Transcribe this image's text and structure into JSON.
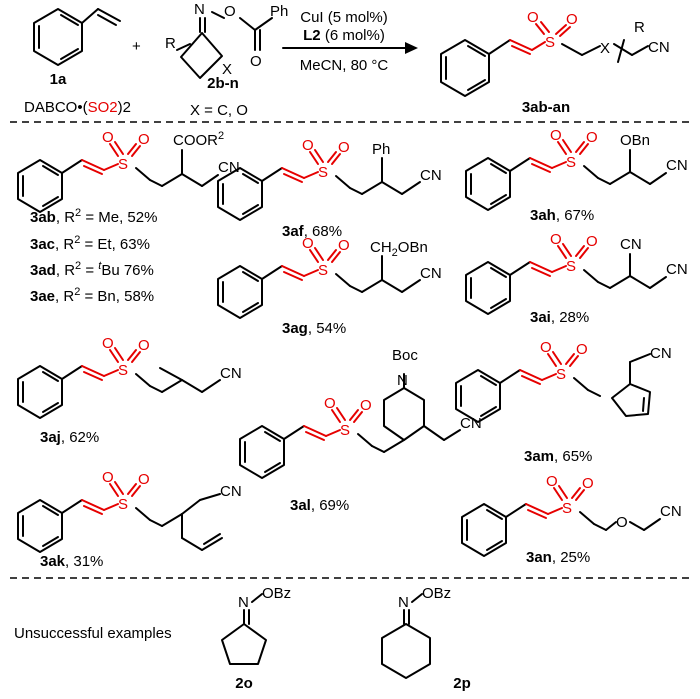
{
  "reaction": {
    "styrene_label": "1a",
    "plus": "+",
    "dabco_prefix": "DABCO•(",
    "dabco_so2": "SO2",
    "dabco_suffix": ")2",
    "oxime_label": "2b-n",
    "oxime_R": "R",
    "oxime_N": "N",
    "oxime_O": "O",
    "oxime_Ph": "Ph",
    "oxime_X": "X",
    "x_note": "X = C, O",
    "cond_catalyst": "CuI (5 mol%)",
    "cond_ligand": "L2",
    "cond_ligand_amount": "(6 mol%)",
    "cond_solvent": "MeCN, 80 °C",
    "product_label": "3ab-an",
    "product_X": "X",
    "product_R": "R",
    "product_CN": "CN"
  },
  "sulfone": {
    "S": "S",
    "O": "O"
  },
  "products": [
    {
      "id": "3ab",
      "text": ", R2 = Me, 52%"
    },
    {
      "id": "3ac",
      "text": ", R2 = Et, 63%"
    },
    {
      "id": "3ad",
      "text": ", R2 = tBu 76%"
    },
    {
      "id": "3ae",
      "text": ", R2 = Bn, 58%"
    },
    {
      "id": "3af",
      "text": ", 68%"
    },
    {
      "id": "3ag",
      "text": ", 54%"
    },
    {
      "id": "3ah",
      "text": ", 67%"
    },
    {
      "id": "3ai",
      "text": ", 28%"
    },
    {
      "id": "3aj",
      "text": ", 62%"
    },
    {
      "id": "3ak",
      "text": ", 31%"
    },
    {
      "id": "3al",
      "text": ", 69%"
    },
    {
      "id": "3am",
      "text": ", 65%"
    },
    {
      "id": "3an",
      "text": ", 25%"
    }
  ],
  "substituents": {
    "COOR2": "COOR2",
    "Ph": "Ph",
    "OBn": "OBn",
    "CH2OBn": "CH2OBn",
    "CN": "CN",
    "Boc": "Boc",
    "N": "N",
    "O": "O"
  },
  "unsuccessful": {
    "title": "Unsuccessful examples",
    "N": "N",
    "OBz": "OBz",
    "o_label": "2o",
    "p_label": "2p"
  }
}
